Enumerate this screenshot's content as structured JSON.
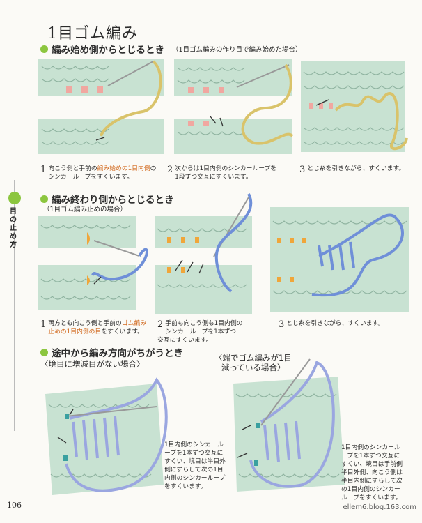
{
  "page": {
    "title": "1目ゴム編み",
    "page_number": "106",
    "footer_url": "ellem6.blog.163.com",
    "side_label": "目の止め方"
  },
  "colors": {
    "accent_green": "#8cc63f",
    "yarn_yellow": "#d9c36a",
    "yarn_blue": "#6f8fd8",
    "highlight_pink": "#f1a7a0",
    "highlight_orange": "#f0a63a",
    "stitch_green": "#b9d9c7"
  },
  "section1": {
    "title": "編み始め側からとじるとき",
    "note": "（1目ゴム編みの作り目で編み始めた場合）",
    "steps": [
      {
        "num": "1",
        "text_a": "向こう側と手前の",
        "text_hl": "編み始めの1目内側",
        "text_b": "の",
        "text_c": "シンカーループをすくいます。"
      },
      {
        "num": "2",
        "text_a": "次からは1目内側のシンカーループを",
        "text_c": "1段ずつ交互にすくいます。"
      },
      {
        "num": "3",
        "text_a": "とじ糸を引きながら、すくいます。"
      }
    ]
  },
  "section2": {
    "title": "編み終わり側からとじるとき",
    "note": "（1目ゴム編み止めの場合）",
    "steps": [
      {
        "num": "1",
        "text_a": "両方とも向こう側と手前の",
        "text_hl": "ゴム編み",
        "text_c": "止めの1目内側の目",
        "text_d": "をすくいます。"
      },
      {
        "num": "2",
        "text_a": "手前も向こう側も1目内側の",
        "text_c": "シンカーループを1本ずつ",
        "text_d": "交互にすくいます。"
      },
      {
        "num": "3",
        "text_a": "とじ糸を引きながら、すくいます。"
      }
    ]
  },
  "section3": {
    "title": "途中から編み方向がちがうとき",
    "left_subhead": "〈境目に増減目がない場合〉",
    "right_subhead_1": "〈端でゴム編みが1目",
    "right_subhead_2": "減っている場合〉",
    "left_caption": [
      "1目内側のシンカール",
      "ープを1本ずつ交互に",
      "すくい、境目は半目外",
      "側にずらして次の1目",
      "内側のシンカーループ",
      "をすくいます。"
    ],
    "right_caption": [
      "1目内側のシンカール",
      "ープを1本ずつ交互に",
      "すくい、境目は手前側",
      "半目外側、向こう側は",
      "半目内側にずらして次",
      "の1目内側のシンカー",
      "ループをすくいます。"
    ]
  }
}
